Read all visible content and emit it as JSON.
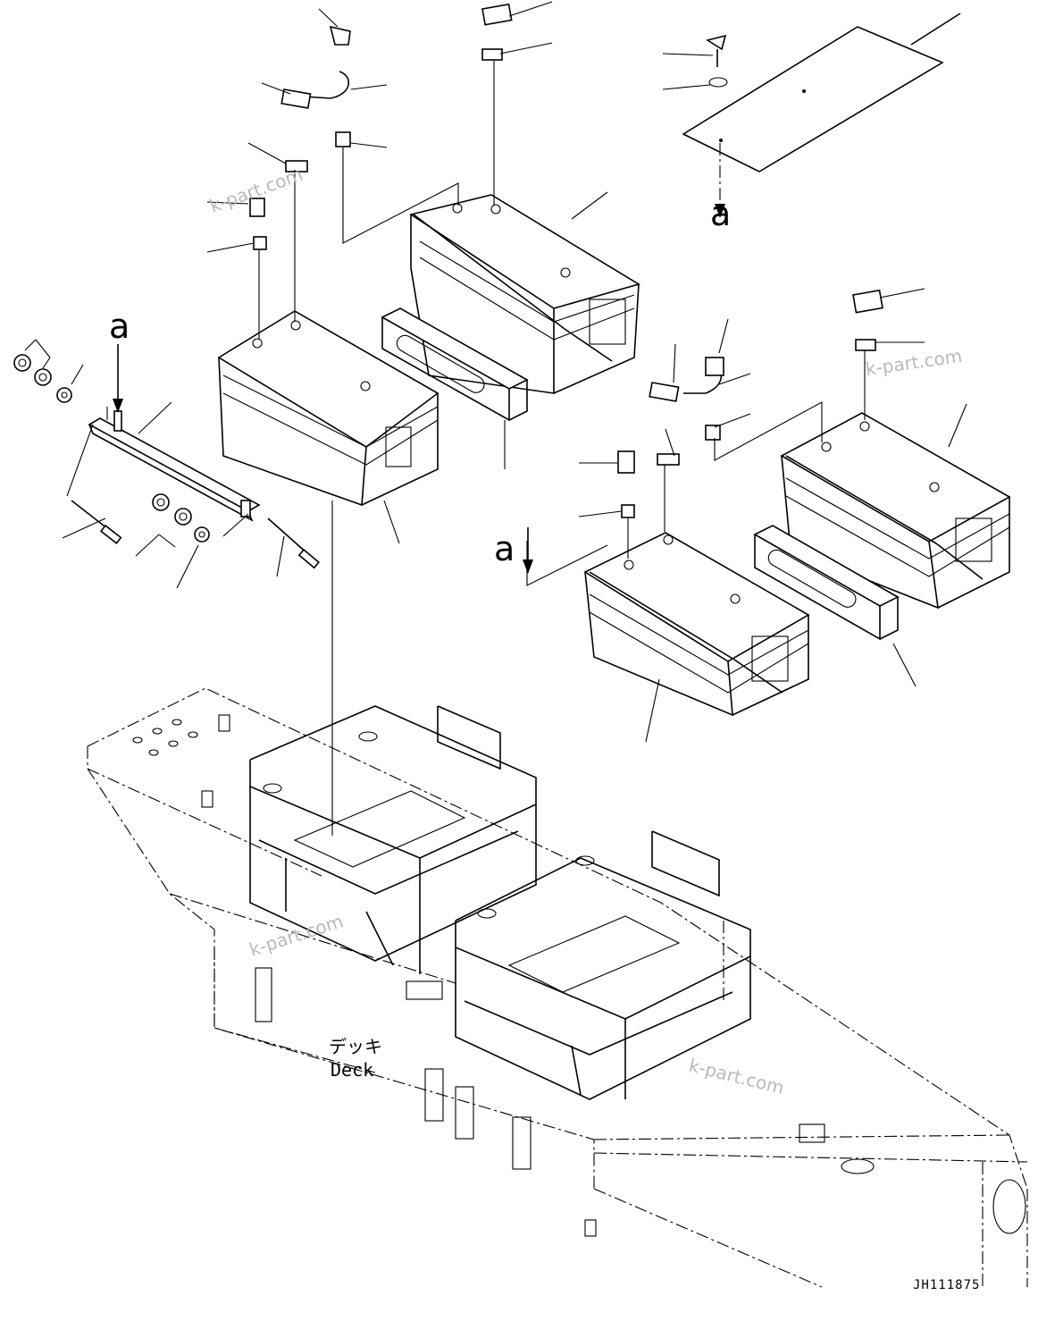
{
  "diagram": {
    "view_labels": [
      "a",
      "a",
      "a"
    ],
    "deck_label_jp": "デッキ",
    "deck_label_en": "Deck",
    "drawing_code": "JH111875",
    "watermarks": [
      "k-part.com",
      "k-part.com",
      "k-part.com",
      "k-part.com"
    ]
  }
}
